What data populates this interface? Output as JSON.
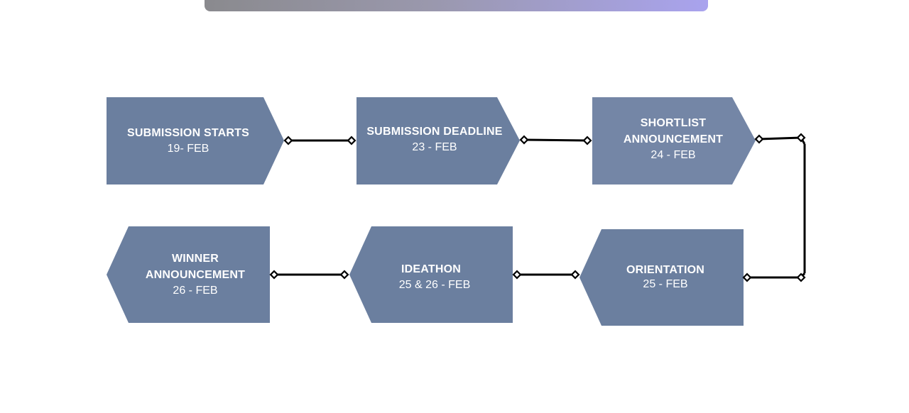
{
  "colors": {
    "node_fill": "#6b7f9f",
    "node_fill_light": "#7486a6",
    "connector": "#000000",
    "header_gradient_start": "#8a8a8e",
    "header_gradient_end": "#a9a3ee"
  },
  "steps": [
    {
      "title": "SUBMISSION STARTS",
      "date": "19- FEB"
    },
    {
      "title": "SUBMISSION DEADLINE",
      "date": "23 - FEB"
    },
    {
      "title": "SHORTLIST\nANNOUNCEMENT",
      "date": "24 - FEB"
    },
    {
      "title": "ORIENTATION",
      "date": "25 - FEB"
    },
    {
      "title": "IDEATHON",
      "date": "25 & 26 - FEB"
    },
    {
      "title": "WINNER\nANNOUNCEMENT",
      "date": "26 - FEB"
    }
  ]
}
